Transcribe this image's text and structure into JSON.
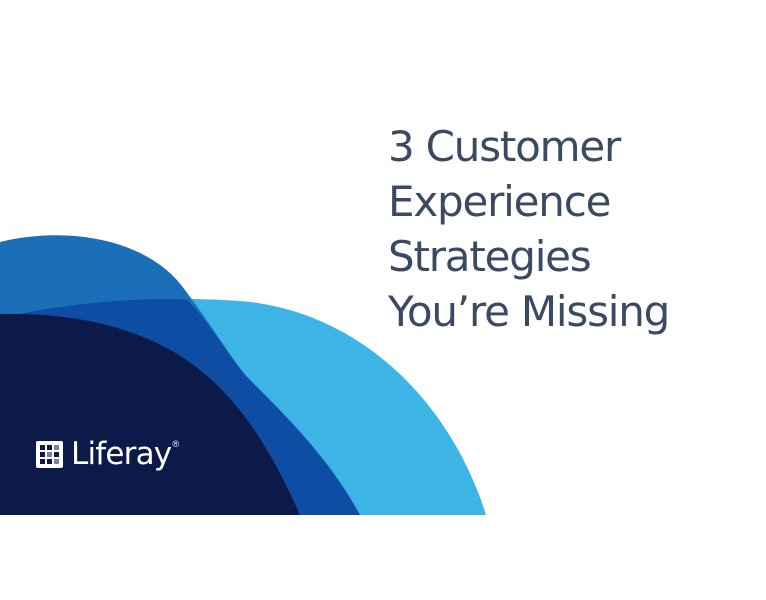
{
  "cover": {
    "title_lines": [
      "3 Customer",
      "Experience",
      "Strategies",
      "You’re Missing"
    ],
    "brand": {
      "name": "Liferay",
      "registered_mark": "®",
      "icon": "liferay-logo-icon"
    }
  },
  "colors": {
    "background": "#ffffff",
    "title_text": "#3b4a63",
    "wave_light": "#3cb4e6",
    "wave_mid": "#1b6fb8",
    "wave_dark": "#0d4da3",
    "wave_navy": "#0b1a48",
    "logo_text": "#ffffff"
  }
}
